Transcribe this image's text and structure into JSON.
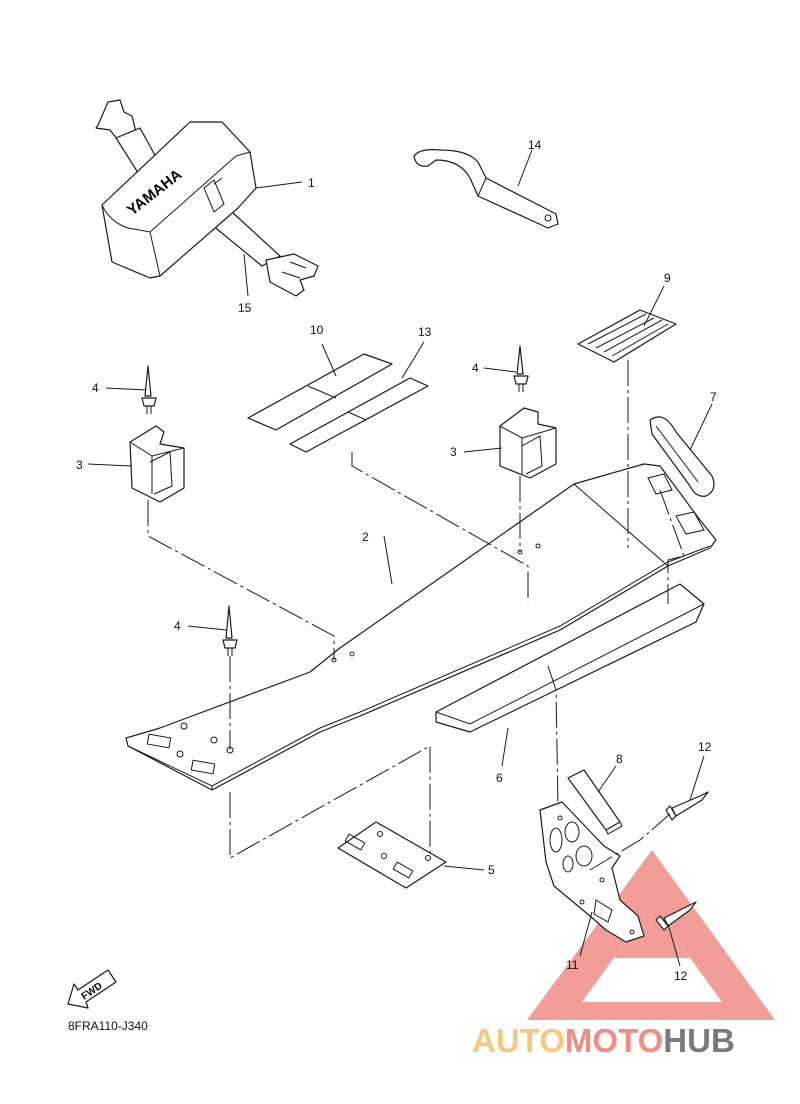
{
  "diagram_code": "8FRA110-J340",
  "brand_mark": "YAMAHA",
  "fwd_label": "FWD",
  "watermark": {
    "part1": "AUTO",
    "part2": "MOTO",
    "part3": "HUB",
    "color_auto": "#f6c77f",
    "color_moto": "#f28d82",
    "color_hub": "#7a7a7a",
    "triangle_color": "#f08c86"
  },
  "callouts": {
    "c1": "1",
    "c2": "2",
    "c3a": "3",
    "c3b": "3",
    "c4a": "4",
    "c4b": "4",
    "c4c": "4",
    "c5": "5",
    "c6": "6",
    "c7": "7",
    "c8": "8",
    "c9": "9",
    "c10": "10",
    "c11": "11",
    "c12a": "12",
    "c12b": "12",
    "c13": "13",
    "c14": "14",
    "c15": "15"
  }
}
